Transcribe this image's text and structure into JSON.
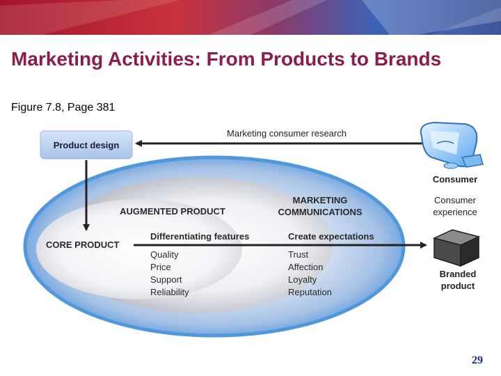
{
  "slide": {
    "title": "Marketing Activities: From Products to Brands",
    "subtitle": "Figure 7.8, Page 381",
    "page_number": "29"
  },
  "colors": {
    "title": "#8b1c4e",
    "banner_red": "#b01c2c",
    "banner_blue": "#2a4fa0",
    "outer_ring": "#5fa8e6",
    "page_number": "#1a2a8a"
  },
  "diagram": {
    "product_design": "Product design",
    "research_label": "Marketing consumer research",
    "consumer_label": "Consumer",
    "consumer_experience": [
      "Consumer",
      "experience"
    ],
    "marketing_communications": [
      "MARKETING",
      "COMMUNICATIONS"
    ],
    "augmented_product": "AUGMENTED PRODUCT",
    "core_product": "CORE PRODUCT",
    "differentiating_features": "Differentiating features",
    "create_expectations": "Create expectations",
    "features": [
      "Quality",
      "Price",
      "Support",
      "Reliability"
    ],
    "expectations": [
      "Trust",
      "Affection",
      "Loyalty",
      "Reputation"
    ],
    "branded_product": [
      "Branded",
      "product"
    ],
    "icons": {
      "consumer": "imac-computer-icon",
      "branded_product": "cube-icon"
    }
  }
}
